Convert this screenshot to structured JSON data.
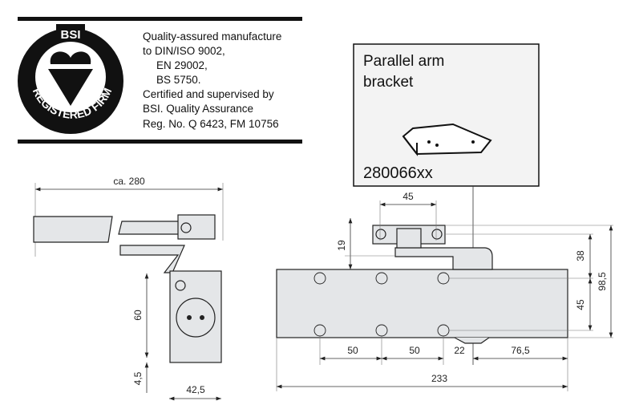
{
  "logo": {
    "top": "BSI",
    "ring": "REGISTERED FIRM"
  },
  "certification": {
    "lines": [
      "Quality-assured manufacture",
      "to DIN/ISO 9002,",
      "EN 29002,",
      "BS 5750.",
      "Certified and supervised by",
      "BSI. Quality Assurance",
      "Reg. No. Q 6423, FM 10756"
    ]
  },
  "callout": {
    "title_line1": "Parallel arm",
    "title_line2": "bracket",
    "part_number": "280066xx"
  },
  "side_view": {
    "overall_length": "ca. 280",
    "height": "60",
    "offset": "4,5",
    "width": "42,5"
  },
  "front_view": {
    "bracket_spacing": "45",
    "arm_offset": "19",
    "upper_height": "38",
    "hole_spacing_vertical": "45",
    "total_height": "98,5",
    "hole_spacing_1": "50",
    "hole_spacing_2": "50",
    "axis_offset": "22",
    "end_offset": "76,5",
    "total_length": "233"
  }
}
